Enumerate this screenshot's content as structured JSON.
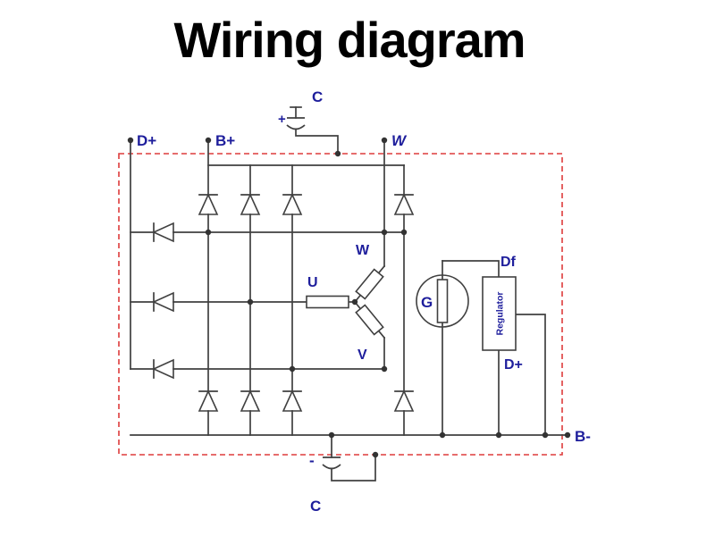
{
  "title": "Wiring diagram",
  "colors": {
    "line": "#404040",
    "label": "#1e1e9c",
    "housing": "#dd3b3b",
    "title": "#000000",
    "dot": "#333333",
    "bg": "#ffffff"
  },
  "terminals": {
    "d_plus": "D+",
    "b_plus": "B+",
    "w": "W",
    "b_minus": "B-"
  },
  "capacitor_top": {
    "label": "C",
    "polarity": "+"
  },
  "capacitor_bottom": {
    "label": "C",
    "polarity": "-"
  },
  "windings": {
    "u": "U",
    "v": "V",
    "w": "W"
  },
  "rotor": {
    "label": "G"
  },
  "regulator": {
    "label": "Regulator",
    "df": "Df",
    "d_plus": "D+"
  }
}
